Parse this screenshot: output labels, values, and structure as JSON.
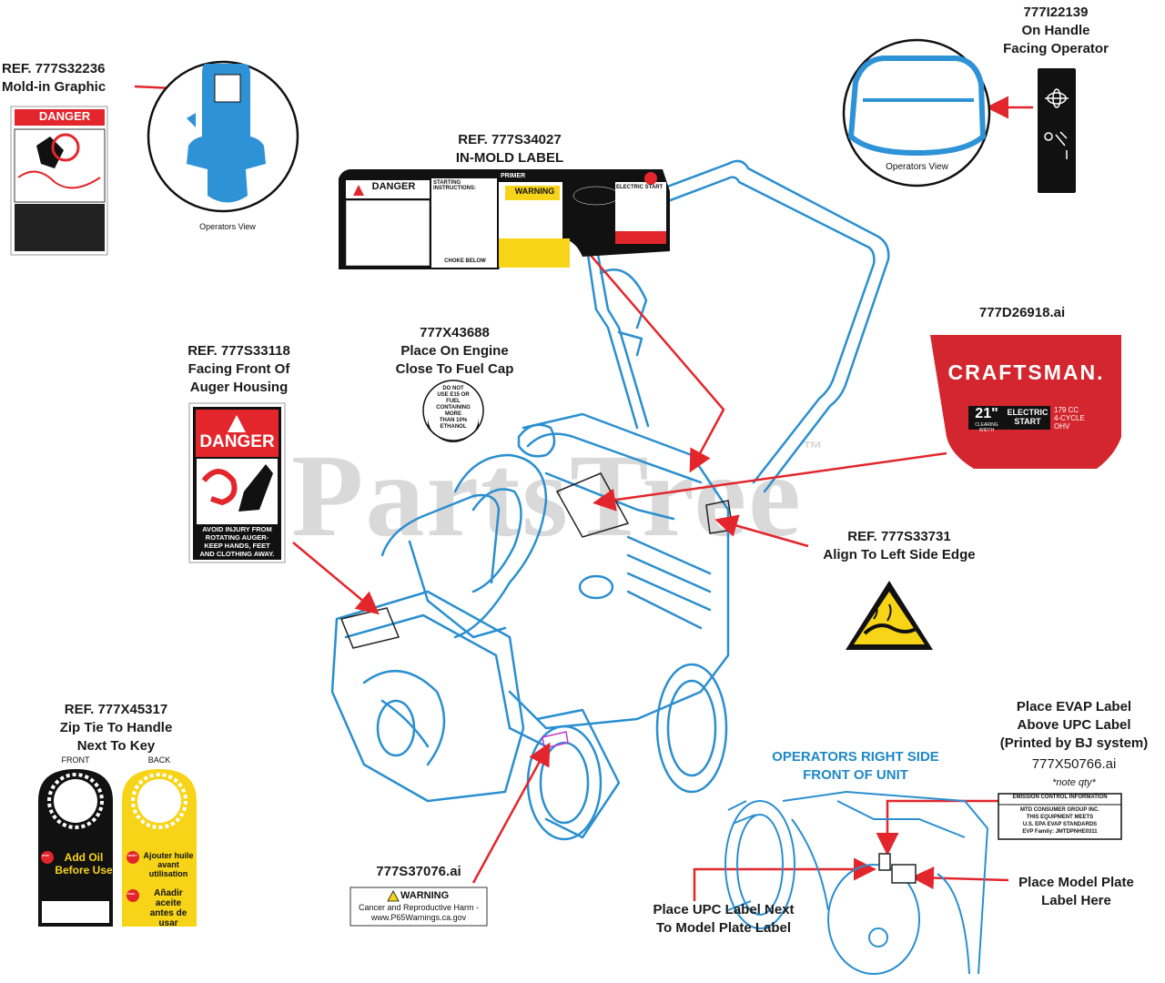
{
  "watermark": {
    "text": "PartsTree",
    "tm": "™"
  },
  "captions": {
    "mold_in": [
      "REF. 777S32236",
      "Mold-in Graphic"
    ],
    "in_mold": [
      "REF. 777S34027",
      "IN-MOLD LABEL"
    ],
    "handle": [
      "777I22139",
      "On Handle",
      "Facing Operator"
    ],
    "engine": [
      "777X43688",
      "Place On Engine",
      "Close To Fuel Cap"
    ],
    "auger": [
      "REF. 777S33118",
      "Facing Front Of",
      "Auger Housing"
    ],
    "brand": [
      "777D26918.ai"
    ],
    "left_edge": [
      "REF. 777S33731",
      "Align To Left Side Edge"
    ],
    "zip_tie": [
      "REF. 777X45317",
      "Zip Tie To Handle",
      "Next To Key"
    ],
    "prop65": [
      "777S37076.ai"
    ],
    "evap": [
      "Place EVAP Label",
      "Above UPC Label",
      "(Printed by BJ system)"
    ],
    "evap_file": "777X50766.ai",
    "evap_note": "*note qty*",
    "right_side": [
      "OPERATORS RIGHT SIDE",
      "FRONT OF UNIT"
    ],
    "upc": [
      "Place UPC Label Next",
      "To Model Plate Label"
    ],
    "model_plate": [
      "Place Model Plate",
      "Label Here"
    ],
    "operators_view": "Operators View"
  },
  "labels": {
    "danger_word": "DANGER",
    "warning_word": "WARNING",
    "danger_auger_text": [
      "AVOID INJURY FROM",
      "ROTATING AUGER-",
      "KEEP HANDS, FEET",
      "AND CLOTHING AWAY."
    ],
    "in_mold": {
      "starting": "STARTING INSTRUCTIONS:",
      "primer": "PRIMER",
      "electric_start": "ELECTRIC START",
      "choke": "CHOKE BELOW"
    },
    "engine_sticker": [
      "DO NOT",
      "USE E15 OR FUEL",
      "CONTAINING MORE",
      "THAN 10% ETHANOL"
    ],
    "brand": {
      "name": "CRAFTSMAN.",
      "size": "21\"",
      "clearing": "CLEARING WIDTH",
      "start": [
        "ELECTRIC",
        "START"
      ],
      "engine": [
        "179 CC",
        "4-CYCLE",
        "OHV"
      ]
    },
    "key_tag": {
      "front": "FRONT",
      "back": "BACK",
      "front_text": [
        "Add Oil",
        "Before Use"
      ],
      "back_text_fr": [
        "Ajouter huile",
        "avant utilisation"
      ],
      "back_text_es": [
        "Añadir aceite",
        "antes de usar"
      ],
      "stop_en": "STOP",
      "stop_fr": "ARRÊT",
      "stop_es": "PARA"
    },
    "prop65": {
      "line1": "Cancer and Reproductive Harm -",
      "line2": "www.P65Warnings.ca.gov"
    },
    "evap": {
      "title": "EMISSION CONTROL INFORMATION",
      "lines": [
        "MTD CONSUMER GROUP INC.",
        "THIS EQUIPMENT MEETS",
        "U.S. EPA EVAP STANDARDS",
        "EVP Family: JMTDPNHE0311"
      ]
    }
  },
  "colors": {
    "red": "#e3262b",
    "blue": "#1e88c8",
    "light_blue": "#5aa7dd",
    "yellow": "#f7d417",
    "black": "#111111"
  }
}
